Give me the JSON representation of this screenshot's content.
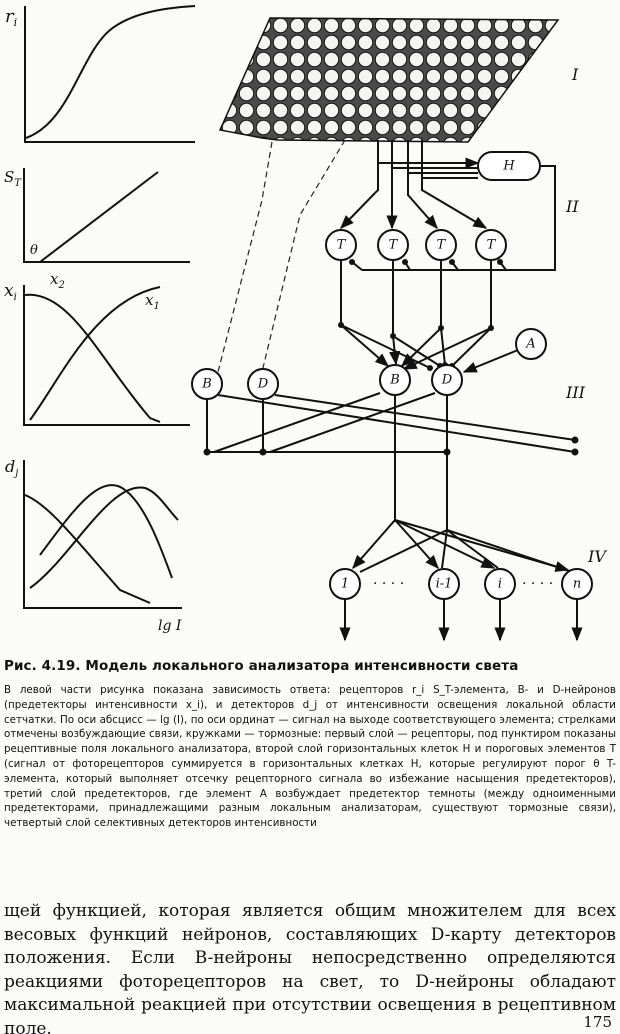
{
  "figure": {
    "graphs": [
      {
        "y_label": "r",
        "y_sub": "i"
      },
      {
        "y_label": "S",
        "y_sub": "T",
        "marker": "θ",
        "x_label": "x",
        "x_sub": "2"
      },
      {
        "y_label": "x",
        "y_sub": "i",
        "curve_label": "x",
        "curve_sub": "1"
      },
      {
        "y_label": "d",
        "y_sub": "j",
        "x_axis_label": "lg I"
      }
    ],
    "layer_labels": {
      "receptors": "I",
      "horizontal": "II",
      "predetectors": "III",
      "detectors": "IV"
    },
    "nodes": {
      "h": "H",
      "t": [
        "T",
        "T",
        "T",
        "T"
      ],
      "b_left": "B",
      "d_left": "D",
      "b": "B",
      "d": "D",
      "a": "A",
      "detectors": [
        "1",
        "i-1",
        "i",
        "n"
      ],
      "ellipsis": "· · · ·"
    }
  },
  "caption": {
    "title": "Рис. 4.19. Модель локального анализатора интенсивности света",
    "body": "В левой части рисунка показана зависимость ответа: рецепторов r_i S_T-элемента, B- и D-нейронов (предетекторы интенсивности x_i), и детекторов d_j от интенсивности освещения локальной области сетчатки. По оси абсцисс — lg (I), по оси ординат — сигнал на выходе соответствующего элемента; стрелками отмечены возбуждающие связи, кружками — тормозные: первый слой — рецепторы, под пунктиром показаны рецептивные поля локального анализатора, второй слой горизонтальных клеток H и пороговых элементов T (сигнал от фоторецепторов суммируется в горизонтальных клетках H, которые регулируют порог θ T-элемента, который выполняет отсечку рецепторного сигнала во избежание насыщения предетекторов), третий слой предетекторов, где элемент A возбуждает предетектор темноты (между одноименными предетекторами, принадлежащими разным локальным анализаторам, существуют тормозные связи), четвертый слой селективных детекторов интенсивности"
  },
  "main_text": "щей функцией, которая является общим множителем для всех весовых функций нейронов, составляющих D-карту детекторов положения. Если B-нейроны непосредственно определяются реакциями фоторецепторов на свет, то D-нейроны обладают максимальной реакцией при отсутствии освещения в рецептивном поле.",
  "page_number": "175"
}
